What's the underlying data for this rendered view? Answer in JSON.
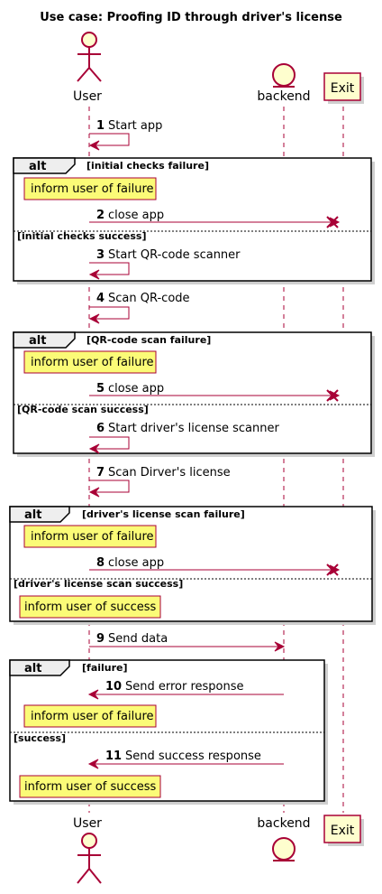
{
  "diagram": {
    "title": "Use case: Proofing ID through driver's license",
    "participants": {
      "user": "User",
      "backend": "backend",
      "exit": "Exit"
    },
    "messages": {
      "m1": {
        "num": "1",
        "text": "Start app"
      },
      "m2": {
        "num": "2",
        "text": "close app"
      },
      "m3": {
        "num": "3",
        "text": "Start QR-code scanner"
      },
      "m4": {
        "num": "4",
        "text": "Scan QR-code"
      },
      "m5": {
        "num": "5",
        "text": "close app"
      },
      "m6": {
        "num": "6",
        "text": "Start driver's license scanner"
      },
      "m7": {
        "num": "7",
        "text": "Scan Dirver's license"
      },
      "m8": {
        "num": "8",
        "text": "close app"
      },
      "m9": {
        "num": "9",
        "text": "Send data"
      },
      "m10": {
        "num": "10",
        "text": "Send error response"
      },
      "m11": {
        "num": "11",
        "text": "Send success response"
      }
    },
    "alt_label": "alt",
    "fragments": {
      "f1": {
        "guard1": "[initial checks failure]",
        "guard2": "[initial checks success]"
      },
      "f2": {
        "guard1": "[QR-code scan failure]",
        "guard2": "[QR-code scan success]"
      },
      "f3": {
        "guard1": "[driver's license scan failure]",
        "guard2": "[driver's license scan success]"
      },
      "f4": {
        "guard1": "[failure]",
        "guard2": "[success]"
      }
    },
    "notes": {
      "failure": "inform user of failure",
      "success": "inform user of success"
    },
    "colors": {
      "line": "#A80036",
      "participant_fill": "#FEFECE",
      "note_fill": "#FBFB77",
      "alt_tab_fill": "#EEEEEE"
    }
  }
}
